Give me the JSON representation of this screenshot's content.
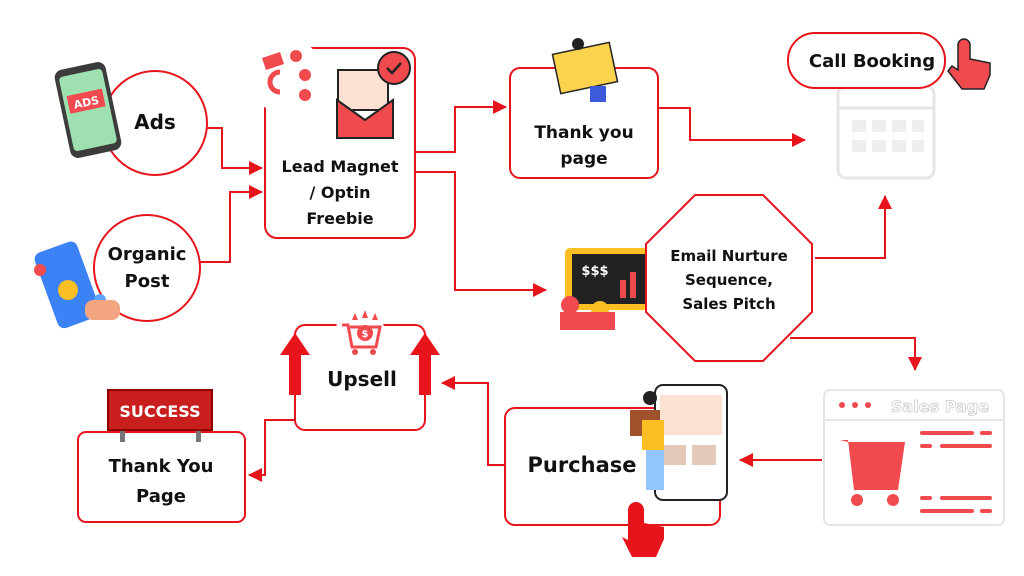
{
  "colors": {
    "accent": "#e8141c",
    "icon_red": "#f04a4f",
    "light": "#e6e6e6"
  },
  "nodes": {
    "ads": {
      "label": "Ads",
      "icon_text": "ADS"
    },
    "organic": {
      "line1": "Organic",
      "line2": "Post"
    },
    "lead_magnet": {
      "line1": "Lead Magnet",
      "line2": "/ Optin",
      "line3": "Freebie"
    },
    "thank_you_1": {
      "line1": "Thank you",
      "line2": "page"
    },
    "call_booking": {
      "label": "Call Booking"
    },
    "email_nurture": {
      "line1": "Email Nurture",
      "line2": "Sequence,",
      "line3": "Sales Pitch",
      "icon_text": "$$$"
    },
    "sales_page": {
      "label": "Sales Page"
    },
    "purchase": {
      "label": "Purchase"
    },
    "upsell": {
      "label": "Upsell",
      "icon_text": "$"
    },
    "thank_you_2": {
      "line1": "Thank You",
      "line2": "Page",
      "sign": "SUCCESS"
    }
  }
}
